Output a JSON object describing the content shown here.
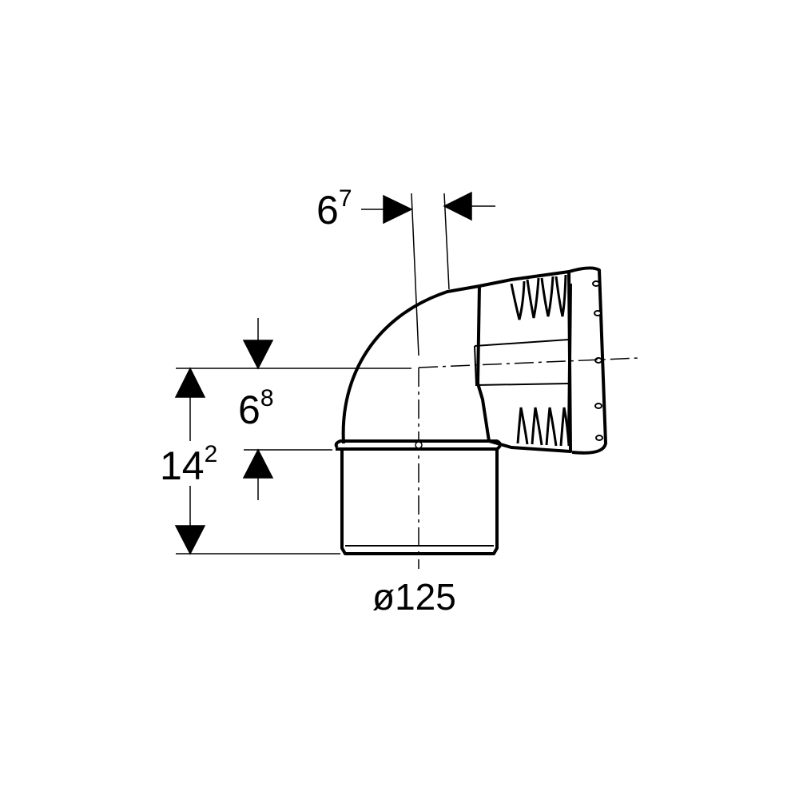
{
  "colors": {
    "stroke": "#000000",
    "background": "#ffffff"
  },
  "dimensions": {
    "offset_top": {
      "main": "6",
      "sup": "7"
    },
    "offset_center": {
      "main": "6",
      "sup": "8"
    },
    "total_height": {
      "main": "14",
      "sup": "2"
    },
    "diameter": "ø125"
  }
}
